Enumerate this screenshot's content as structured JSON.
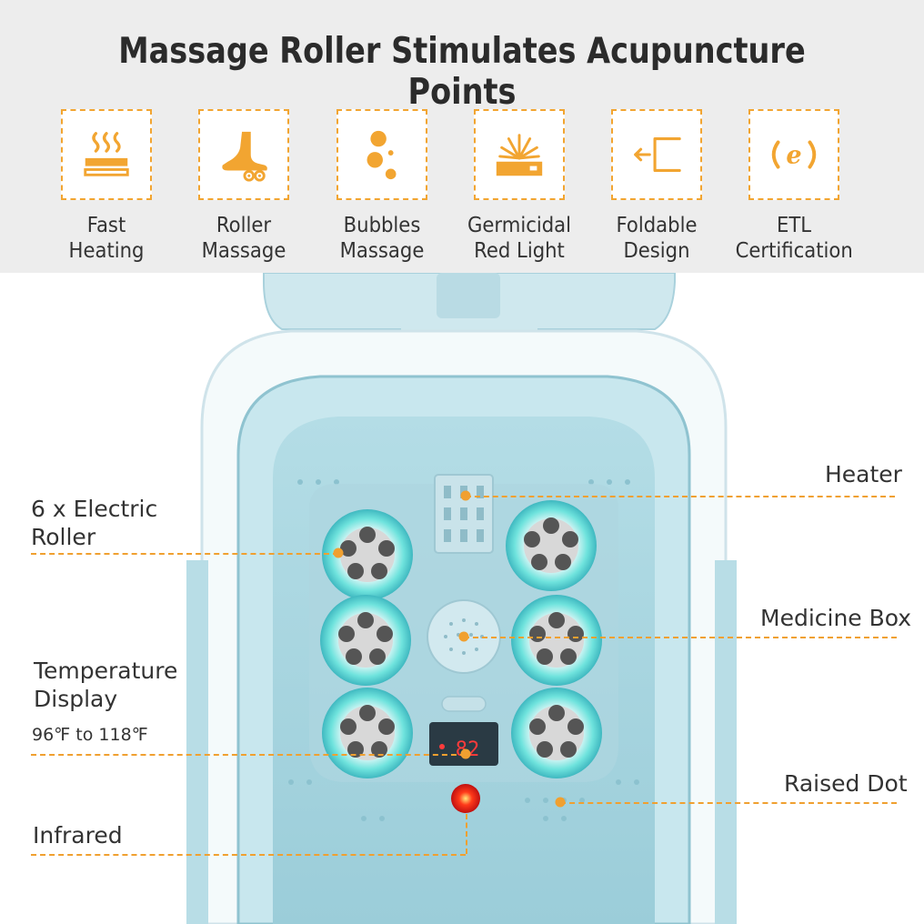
{
  "title": "Massage Roller Stimulates Acupuncture Points",
  "features": [
    {
      "icon": "heating-icon",
      "line1": "Fast",
      "line2": "Heating"
    },
    {
      "icon": "foot-roller-icon",
      "line1": "Roller",
      "line2": "Massage"
    },
    {
      "icon": "bubbles-icon",
      "line1": "Bubbles",
      "line2": "Massage"
    },
    {
      "icon": "red-light-icon",
      "line1": "Germicidal",
      "line2": "Red Light"
    },
    {
      "icon": "foldable-icon",
      "line1": "Foldable",
      "line2": "Design"
    },
    {
      "icon": "etl-certification-icon",
      "line1": "ETL",
      "line2": "Certification"
    }
  ],
  "callouts": {
    "heater": "Heater",
    "rollers_line1": "6 x Electric",
    "rollers_line2": "Roller",
    "medicine_box": "Medicine Box",
    "temp_line1": "Temperature",
    "temp_line2": "Display",
    "temp_range": "96℉ to 118℉",
    "raised_dot": "Raised Dot",
    "infrared": "Infrared"
  },
  "display_readout": "82",
  "colors": {
    "accent": "#f2a531",
    "band": "#ededed",
    "basin": "#9fd0dc",
    "roller_glow": "#5fe0d8",
    "infrared": "#e8201a"
  }
}
